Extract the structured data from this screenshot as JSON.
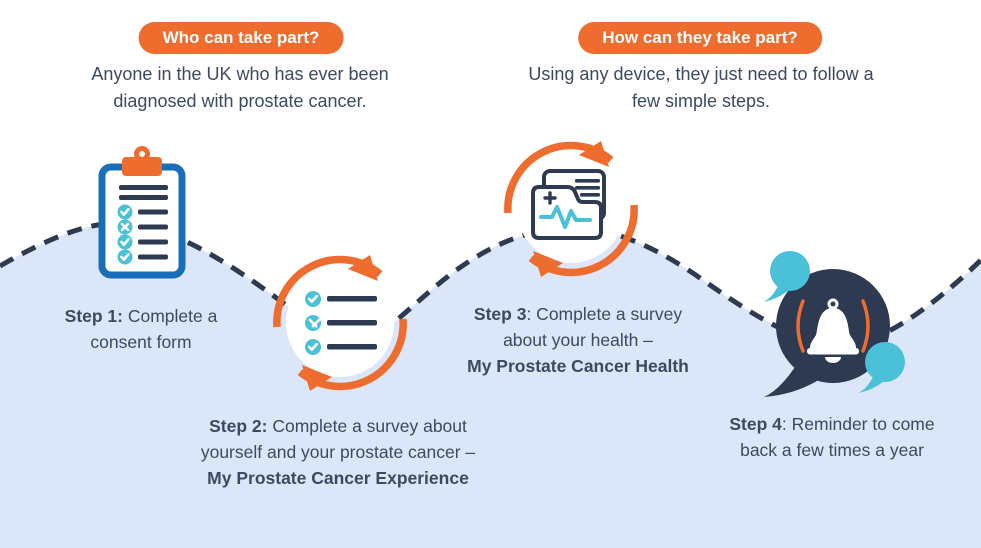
{
  "colors": {
    "orange": "#EE6C2E",
    "navy": "#3C4963",
    "dark": "#2E3A52",
    "teal": "#4AC1D9",
    "blue": "#1A6EB7",
    "light_blue": "#DBE6F9"
  },
  "header": {
    "left": {
      "badge": "Who can take part?",
      "lines": [
        "Anyone in the UK who has ever been",
        "diagnosed with prostate cancer."
      ]
    },
    "right": {
      "badge": "How can they take part?",
      "lines": [
        "Using any device, they just need to follow a",
        "few simple steps."
      ]
    }
  },
  "steps": [
    {
      "icon": "clipboard-checklist-icon",
      "checklist_marks": [
        "check",
        "cross",
        "check",
        "check"
      ],
      "lines": [
        {
          "bold": "Step 1:",
          "text": " Complete a"
        },
        {
          "bold": "",
          "text": "consent form"
        }
      ]
    },
    {
      "icon": "survey-loop-icon",
      "checklist_marks": [
        "check",
        "cross",
        "check"
      ],
      "lines": [
        {
          "bold": "Step 2:",
          "text": " Complete a survey about"
        },
        {
          "bold": "",
          "text": "yourself and your prostate cancer –"
        },
        {
          "bold": "My Prostate Cancer Experience",
          "text": ""
        }
      ]
    },
    {
      "icon": "health-record-loop-icon",
      "lines": [
        {
          "bold": "Step 3",
          "text": ": Complete a survey"
        },
        {
          "bold": "",
          "text": "about your health –"
        },
        {
          "bold": "My Prostate Cancer Health",
          "text": ""
        }
      ]
    },
    {
      "icon": "reminder-bell-icon",
      "lines": [
        {
          "bold": "Step 4",
          "text": ": Reminder to come"
        },
        {
          "bold": "",
          "text": "back a few times a year"
        }
      ]
    }
  ]
}
